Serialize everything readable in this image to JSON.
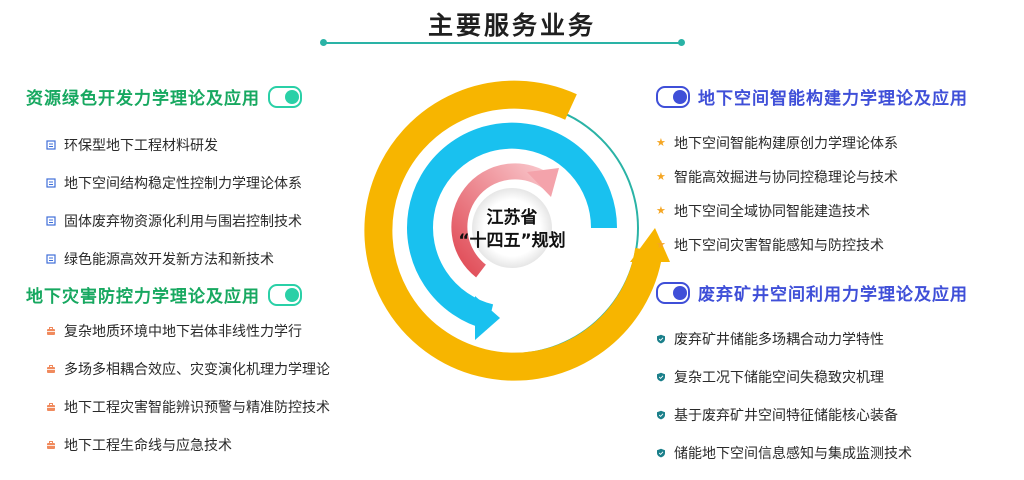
{
  "title": "主要服务业务",
  "center": {
    "line1": "江苏省",
    "line2": "“十四五”规划"
  },
  "sections": {
    "tl": {
      "title": "资源绿色开发力学理论及应用",
      "items": [
        "环保型地下工程材料研发",
        "地下空间结构稳定性控制力学理论体系",
        "固体废弃物资源化利用与围岩控制技术",
        "绿色能源高效开发新方法和新技术"
      ],
      "icon": "document-icon",
      "accent": "#17a860"
    },
    "bl": {
      "title": "地下灾害防控力学理论及应用",
      "items": [
        "复杂地质环境中地下岩体非线性力学行",
        "多场多相耦合效应、灾变演化机理力学理论",
        "地下工程灾害智能辨识预警与精准防控技术",
        "地下工程生命线与应急技术"
      ],
      "icon": "briefcase-icon",
      "accent": "#17a860"
    },
    "tr": {
      "title": "地下空间智能构建力学理论及应用",
      "items": [
        "地下空间智能构建原创力学理论体系",
        "智能高效掘进与协同控稳理论与技术",
        "地下空间全域协同智能建造技术",
        "地下空间灾害智能感知与防控技术"
      ],
      "icon": "star-icon",
      "accent": "#3f4fd8"
    },
    "br": {
      "title": "废弃矿井空间利用力学理论及应用",
      "items": [
        "废弃矿井储能多场耦合动力学特性",
        "复杂工况下储能空间失稳致灾机理",
        "基于废弃矿井空间特征储能核心装备",
        "储能地下空间信息感知与集成监测技术"
      ],
      "icon": "shield-icon",
      "accent": "#3f4fd8"
    }
  },
  "colors": {
    "teal": "#2ab3a6",
    "yellow": "#f7b500",
    "cyan": "#19c1ef",
    "pink": "#f4a3ab",
    "red": "#e25863",
    "star": "#f5a623",
    "briefcase": "#f08a5d",
    "doc": "#3f6fd8",
    "shield": "#1a7f8a"
  }
}
